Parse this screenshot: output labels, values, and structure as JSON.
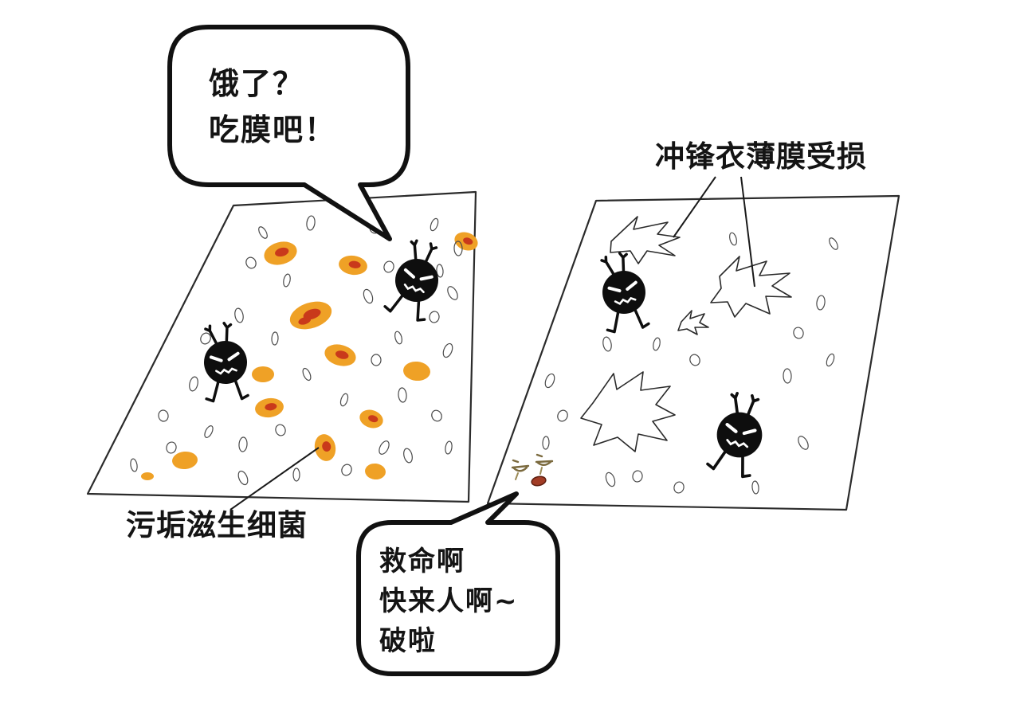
{
  "bubbles": {
    "hungry": {
      "lines": [
        "饿了？",
        "吃膜吧！"
      ]
    },
    "help": {
      "lines": [
        "救命啊",
        "快来人啊~",
        "破啦"
      ]
    }
  },
  "labels": {
    "membrane_damaged": "冲锋衣薄膜受损",
    "dirt_bacteria": "污垢滋生细菌"
  },
  "colors": {
    "stain": "#EFA126",
    "stain_core": "#C9391B",
    "germ": "#0E0E0E",
    "outline": "#1A1A1A"
  }
}
